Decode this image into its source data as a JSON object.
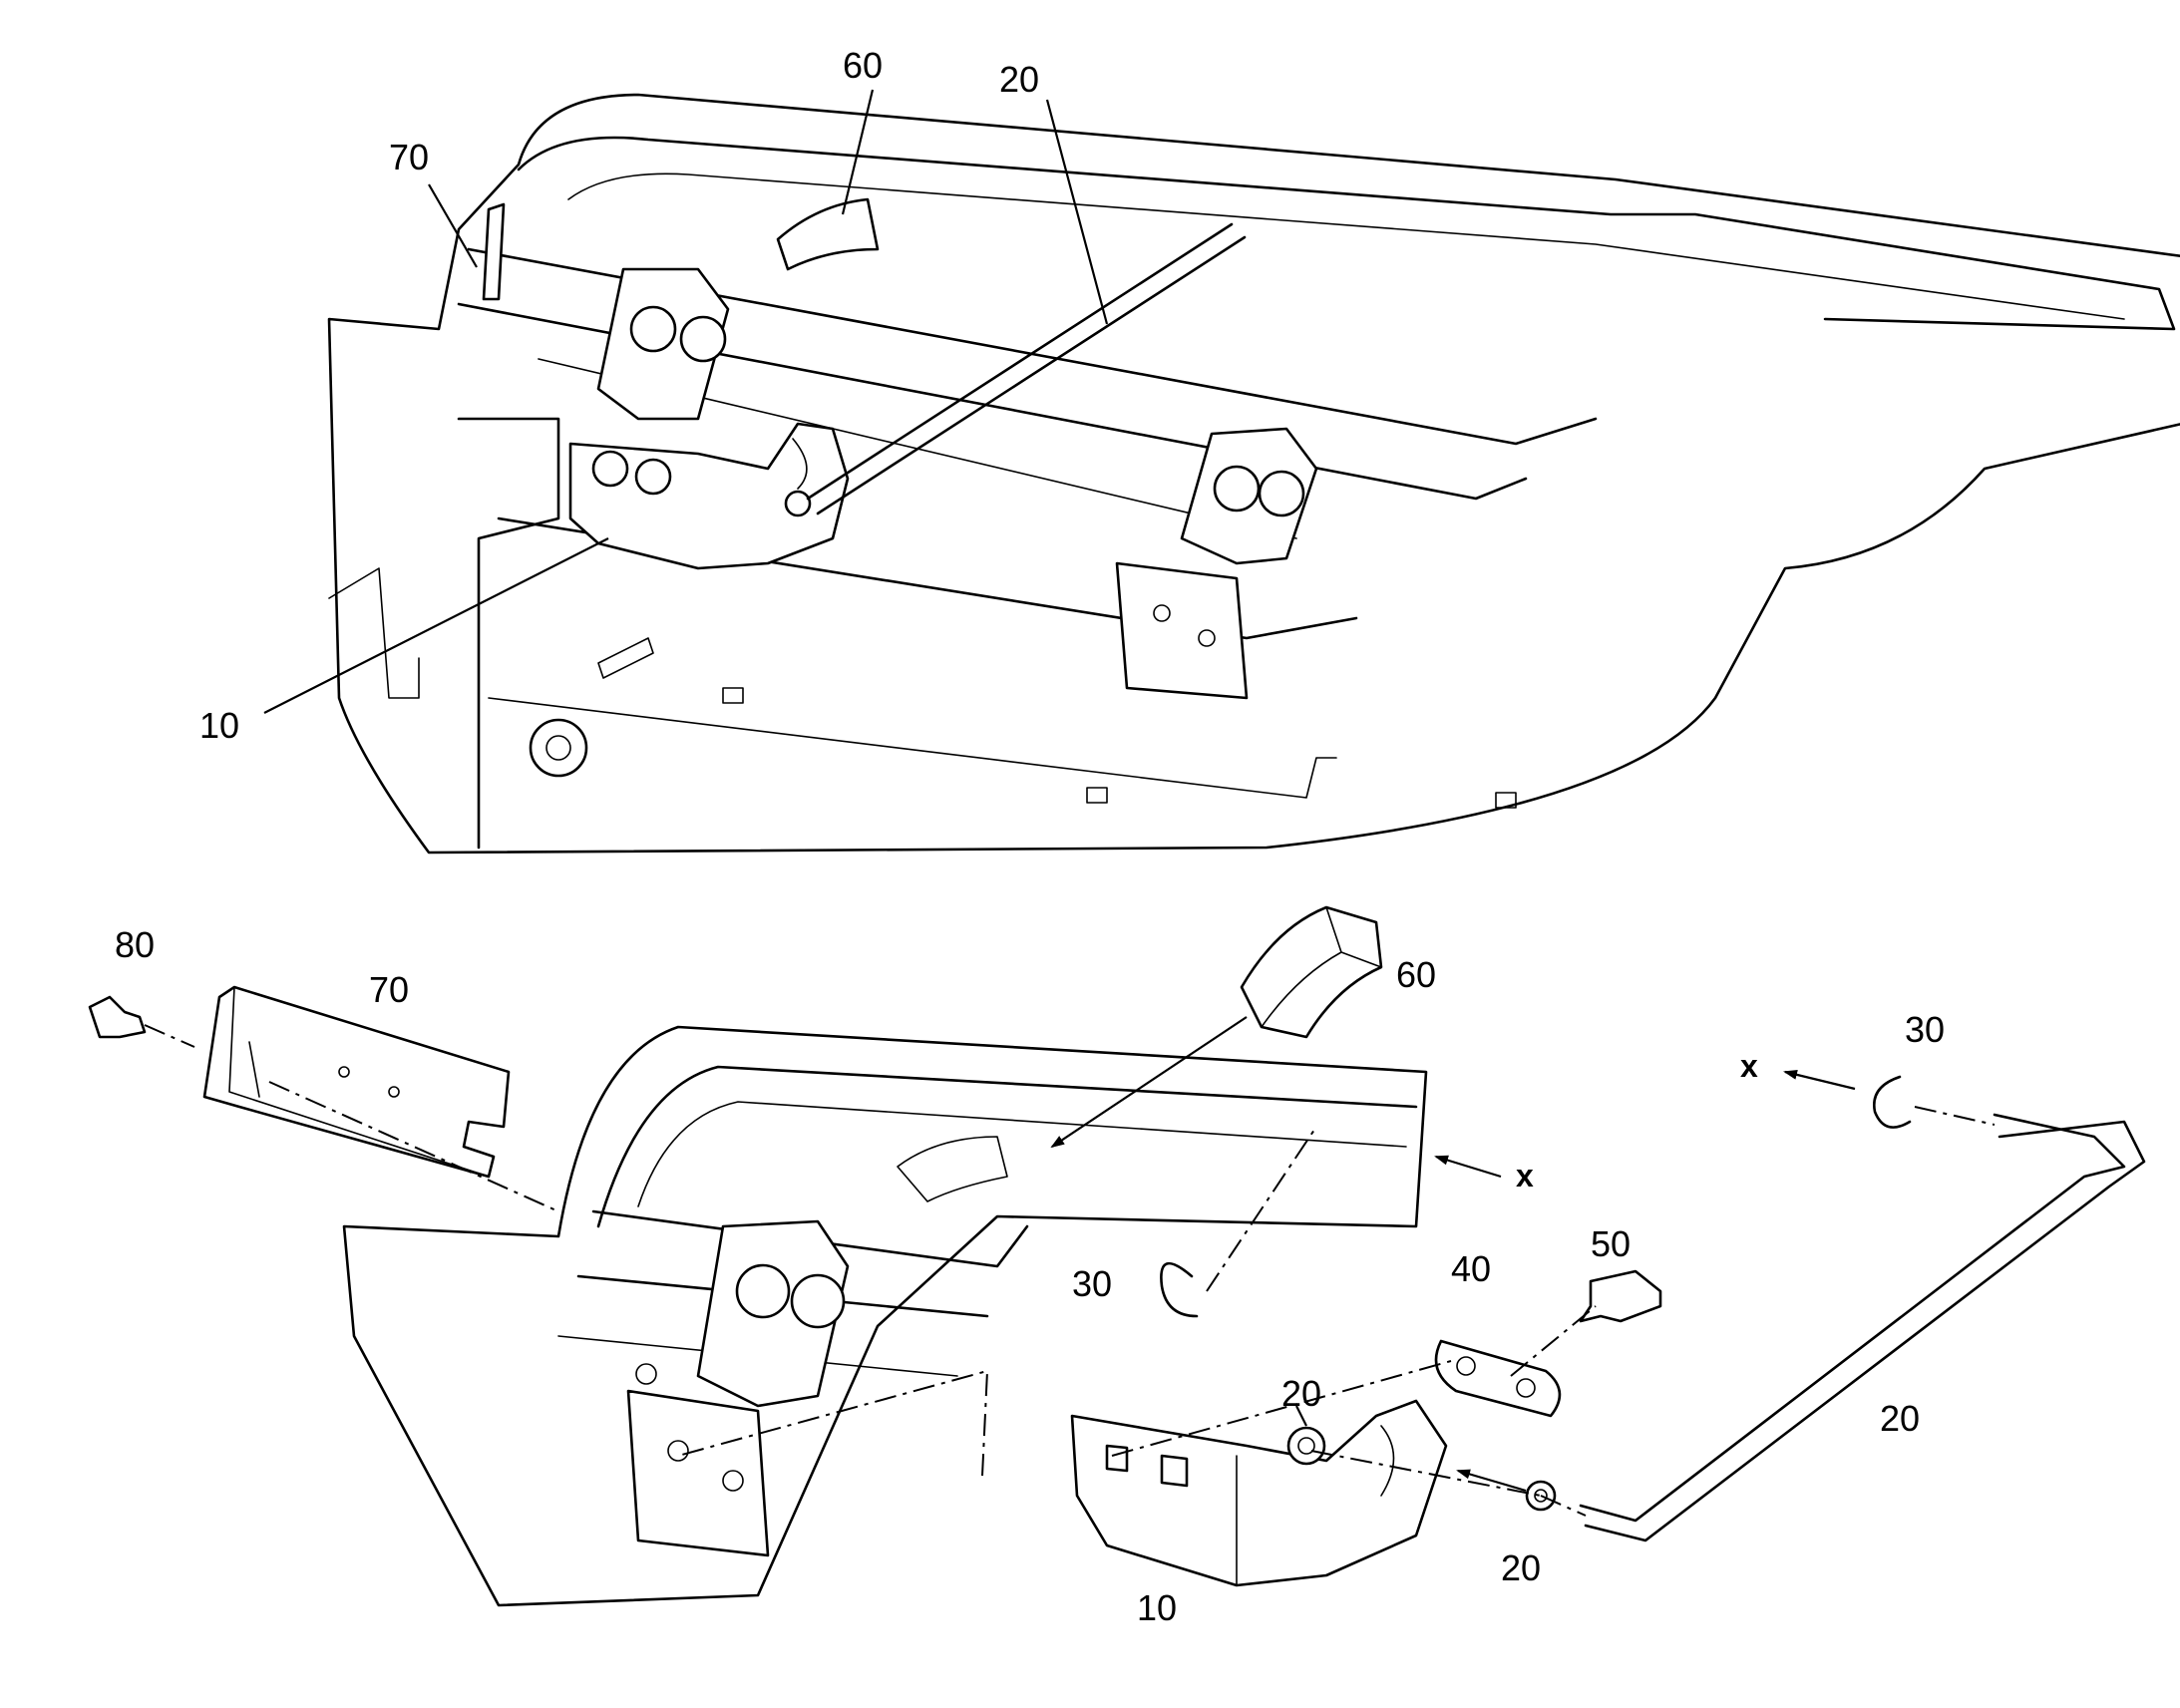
{
  "callouts": {
    "top_60": "60",
    "top_20": "20",
    "top_70": "70",
    "top_10": "10",
    "bot_80": "80",
    "bot_70": "70",
    "bot_60": "60",
    "bot_30_right": "30",
    "bot_30_left": "30",
    "bot_40": "40",
    "bot_50": "50",
    "bot_20_upper": "20",
    "bot_20_rod": "20",
    "bot_20_lower": "20",
    "bot_10": "10"
  },
  "axis_markers": {
    "x_left": "x",
    "x_right": "x"
  },
  "colors": {
    "line": "#000000",
    "background": "#ffffff"
  }
}
